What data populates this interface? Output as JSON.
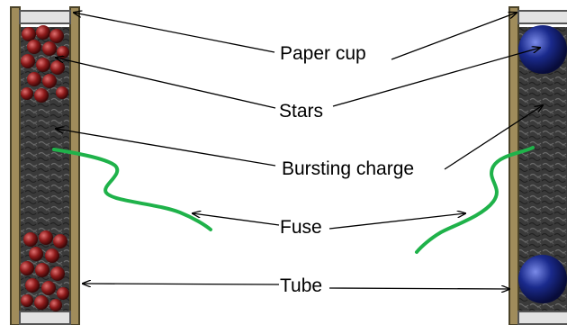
{
  "labels": {
    "paper_cup": "Paper cup",
    "stars": "Stars",
    "bursting_charge": "Bursting charge",
    "fuse": "Fuse",
    "tube": "Tube"
  },
  "colors": {
    "tube_wall": "#a08c5b",
    "tube_wall_edge": "#4a4228",
    "charge": "#3c3c3c",
    "paper_cup": "#e2e2e2",
    "star_left": "#8c1a1a",
    "star_right": "#1a2a8c",
    "fuse": "#1fb24a",
    "arrow": "#000000"
  },
  "icons": {
    "left_shell": "small-star-shell-icon",
    "right_shell": "large-star-shell-icon"
  }
}
